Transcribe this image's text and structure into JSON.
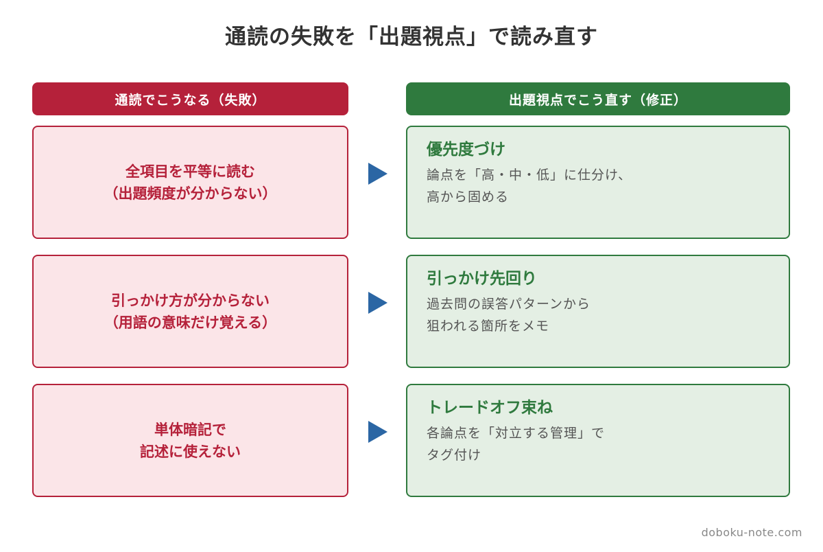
{
  "title": "通読の失敗を「出題視点」で読み直す",
  "columns": {
    "fail_header": "通読でこうなる（失敗）",
    "fix_header": "出題視点でこう直す（修正）"
  },
  "rows": [
    {
      "fail": "全項目を平等に読む\n（出題頻度が分からない）",
      "fix_title": "優先度づけ",
      "fix_desc": "論点を「高・中・低」に仕分け、\n高から固める"
    },
    {
      "fail": "引っかけ方が分からない\n（用語の意味だけ覚える）",
      "fix_title": "引っかけ先回り",
      "fix_desc": "過去問の誤答パターンから\n狙われる箇所をメモ"
    },
    {
      "fail": "単体暗記で\n記述に使えない",
      "fix_title": "トレードオフ束ね",
      "fix_desc": "各論点を「対立する管理」で\nタグ付け"
    }
  ],
  "footer": "doboku-note.com",
  "colors": {
    "fail_accent": "#b5213a",
    "fail_bg": "#fbe5e8",
    "fix_accent": "#2f7a3e",
    "fix_bg": "#e4efe4",
    "arrow": "#2b66a4"
  },
  "icons": {
    "arrow": "right-triangle-arrow-icon"
  }
}
